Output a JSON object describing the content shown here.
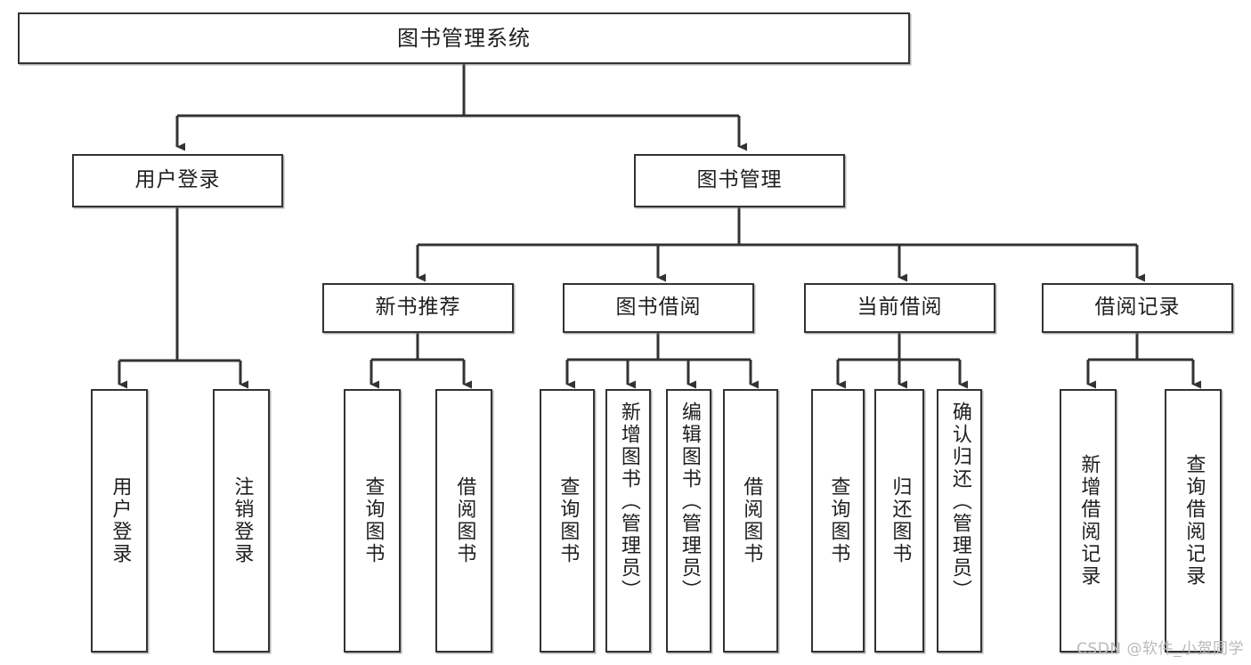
{
  "diagram": {
    "title": "图书管理系统",
    "watermark": "CSDN @软件_小贺同学",
    "root": {
      "label": "图书管理系统"
    },
    "level1": [
      {
        "label": "用户登录"
      },
      {
        "label": "图书管理"
      }
    ],
    "level2": [
      {
        "label": "新书推荐"
      },
      {
        "label": "图书借阅"
      },
      {
        "label": "当前借阅"
      },
      {
        "label": "借阅记录"
      }
    ],
    "leaves": [
      {
        "label": "用户登录",
        "parent": "用户登录"
      },
      {
        "label": "注销登录",
        "parent": "用户登录"
      },
      {
        "label": "查询图书",
        "parent": "新书推荐"
      },
      {
        "label": "借阅图书",
        "parent": "新书推荐"
      },
      {
        "label": "查询图书",
        "parent": "图书借阅"
      },
      {
        "label": "新增图书（管理员）",
        "parent": "图书借阅"
      },
      {
        "label": "编辑图书（管理员）",
        "parent": "图书借阅"
      },
      {
        "label": "借阅图书",
        "parent": "图书借阅"
      },
      {
        "label": "查询图书",
        "parent": "当前借阅"
      },
      {
        "label": "归还图书",
        "parent": "当前借阅"
      },
      {
        "label": "确认归还（管理员）",
        "parent": "当前借阅"
      },
      {
        "label": "新增借阅记录",
        "parent": "借阅记录"
      },
      {
        "label": "查询借阅记录",
        "parent": "借阅记录"
      }
    ],
    "colors": {
      "box_border": "#333333",
      "line": "#333333",
      "background": "#ffffff",
      "text": "#1f1f1f",
      "watermark": "#b9b9b9"
    }
  }
}
